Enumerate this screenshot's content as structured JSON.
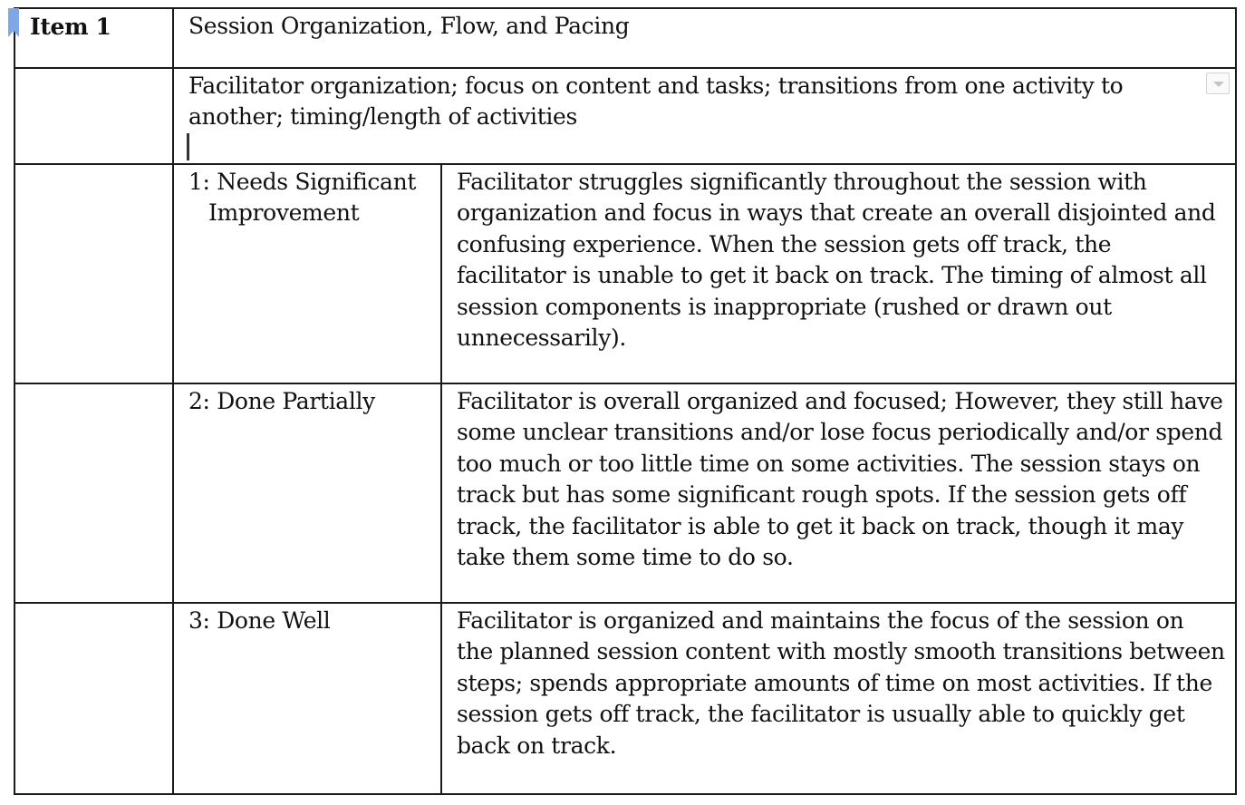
{
  "rubric": {
    "item_label": "Item 1",
    "title": "Session Organization, Flow, and Pacing",
    "description": "Facilitator organization; focus on content and tasks; transitions from one activity to another; timing/length of activities",
    "levels": [
      {
        "label": "1: Needs Significant Improvement",
        "text": "Facilitator struggles significantly throughout the session with organization and focus in ways that create an overall disjointed and confusing experience. When the session gets off track, the facilitator is unable to get it back on track. The timing of almost all session components is inappropriate (rushed or drawn out unnecessarily)."
      },
      {
        "label": "2: Done Partially",
        "text": "Facilitator is overall organized and focused; However, they still have some unclear transitions and/or lose focus periodically and/or spend too much or too little time on some activities. The session stays on track but has some significant rough spots. If the session gets off track, the facilitator is able to get it back on track, though it may take them some time to do so."
      },
      {
        "label": "3: Done Well",
        "text": "Facilitator is organized and maintains the focus of the session on the planned session content with mostly smooth transitions between steps; spends appropriate amounts of time on most activities. If the session gets off track, the facilitator is usually able to quickly get back on track."
      }
    ]
  },
  "icons": {
    "bookmark": "bookmark-icon",
    "dropdown": "chevron-down-icon",
    "bookmark_color": "#7fa6e6"
  }
}
